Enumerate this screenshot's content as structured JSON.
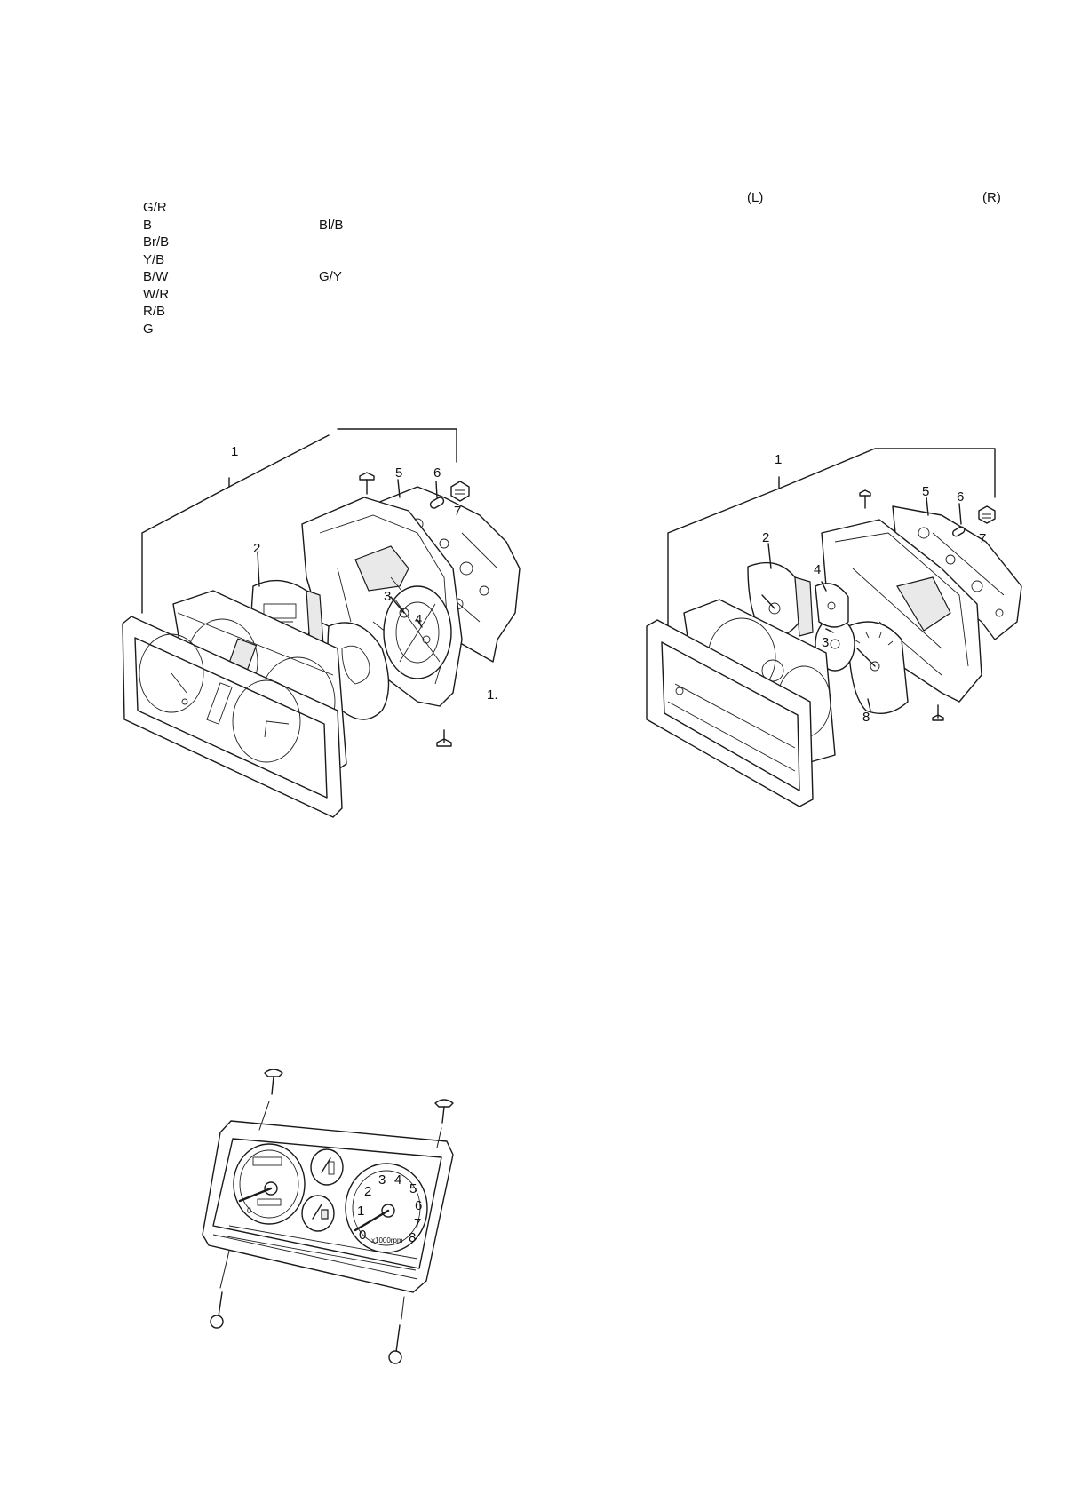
{
  "wire_colors": {
    "column1": [
      "G/R",
      "B",
      "Br/B",
      "Y/B",
      "B/W",
      "W/R",
      "R/B",
      "G"
    ],
    "column2": [
      "Bl/B",
      "G/Y"
    ]
  },
  "side_labels": {
    "left": "(L)",
    "right": "(R)"
  },
  "left_assembly": {
    "callouts": [
      "1",
      "2",
      "3",
      "4",
      "5",
      "6",
      "7",
      "1."
    ]
  },
  "right_assembly": {
    "callouts": [
      "1",
      "2",
      "3",
      "4",
      "5",
      "6",
      "7",
      "8"
    ]
  },
  "installed_cluster": {
    "speedo_ticks": [
      "0"
    ],
    "tacho_ticks": [
      "0",
      "1",
      "2",
      "3",
      "4",
      "5",
      "6",
      "7",
      "8"
    ],
    "tacho_unit": "x1000rpm"
  },
  "colors": {
    "line": "#1a1a1a",
    "paper": "#ffffff",
    "shade": "#e9e9e9"
  },
  "icons": [
    "screw-icon",
    "bulb-icon",
    "socket-icon",
    "fuel-gauge-icon",
    "temp-gauge-icon"
  ]
}
